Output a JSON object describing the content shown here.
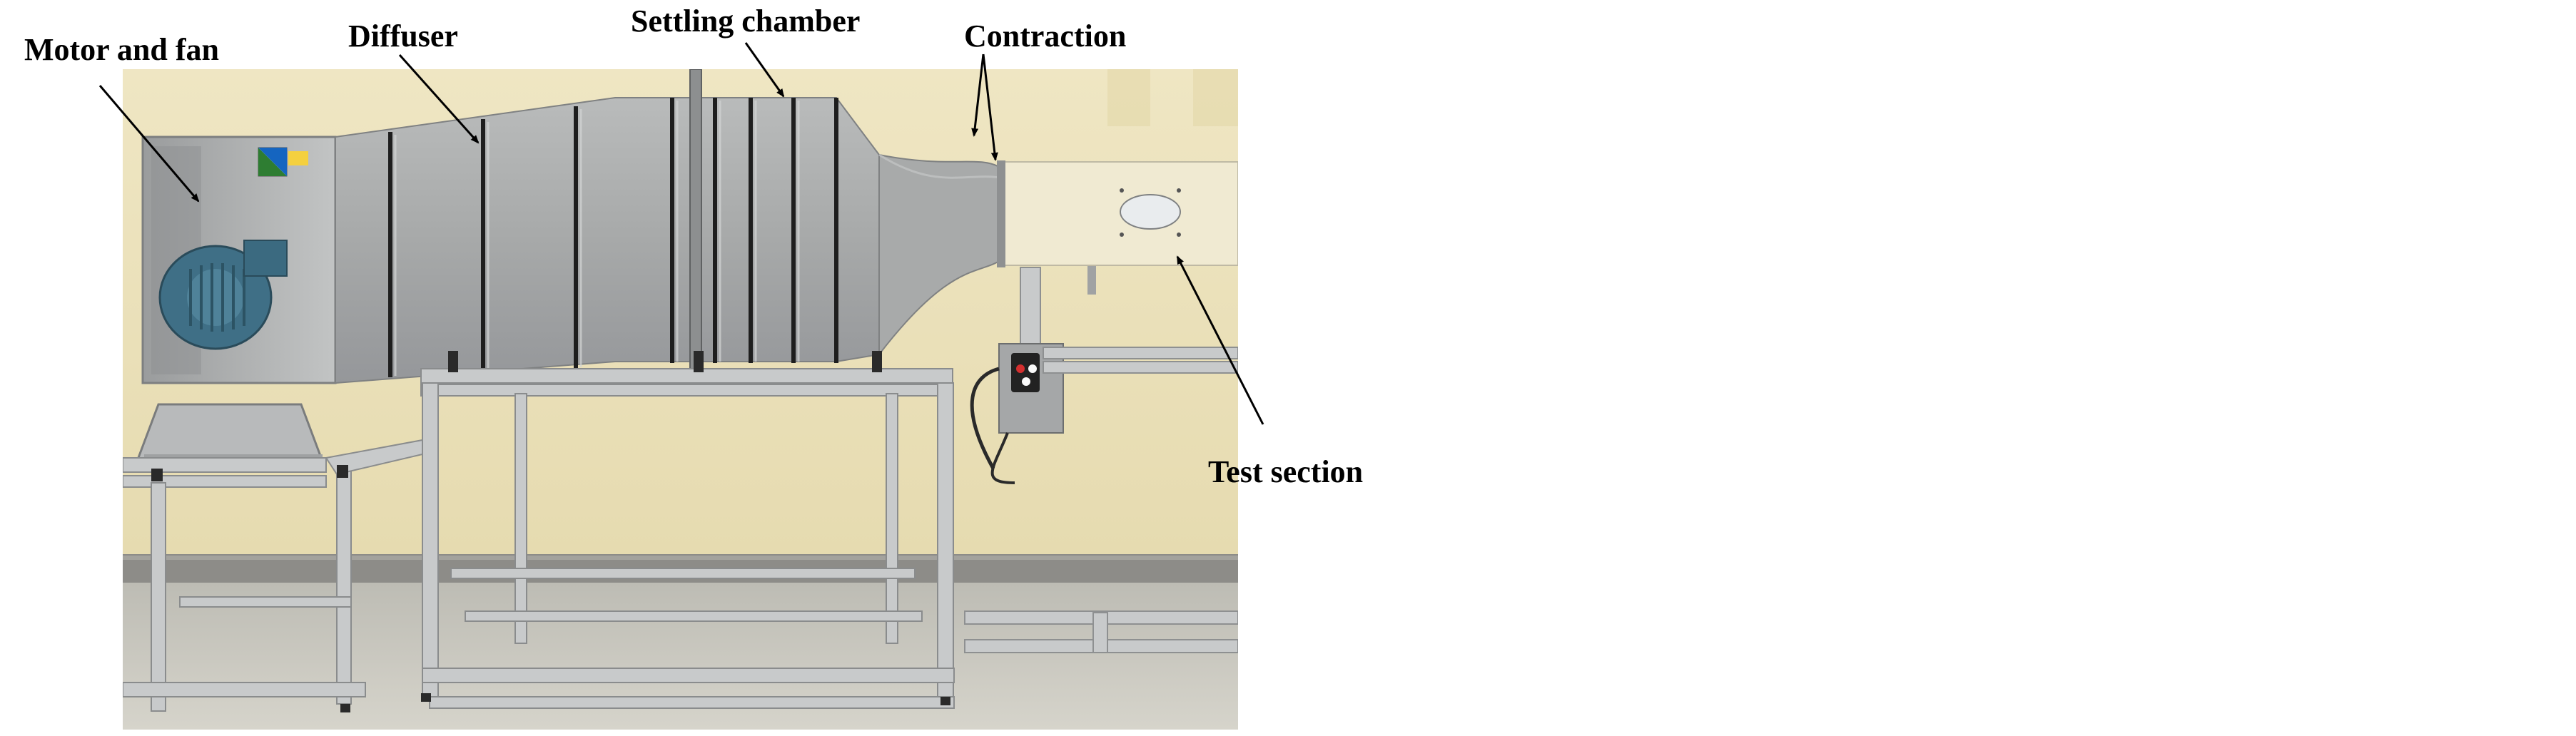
{
  "figure": {
    "labels": {
      "motor_and_fan": "Motor and fan",
      "diffuser": "Diffuser",
      "settling_chamber": "Settling chamber",
      "contraction": "Contraction",
      "test_section": "Test section"
    },
    "colors": {
      "wall": "#ece2b8",
      "baseboard": "#8d8c88",
      "floor": "#c9c7bd",
      "duct": "#a9abab",
      "frame": "#c8cacb",
      "motor": "#3f6f86",
      "arrow": "#000000"
    }
  }
}
